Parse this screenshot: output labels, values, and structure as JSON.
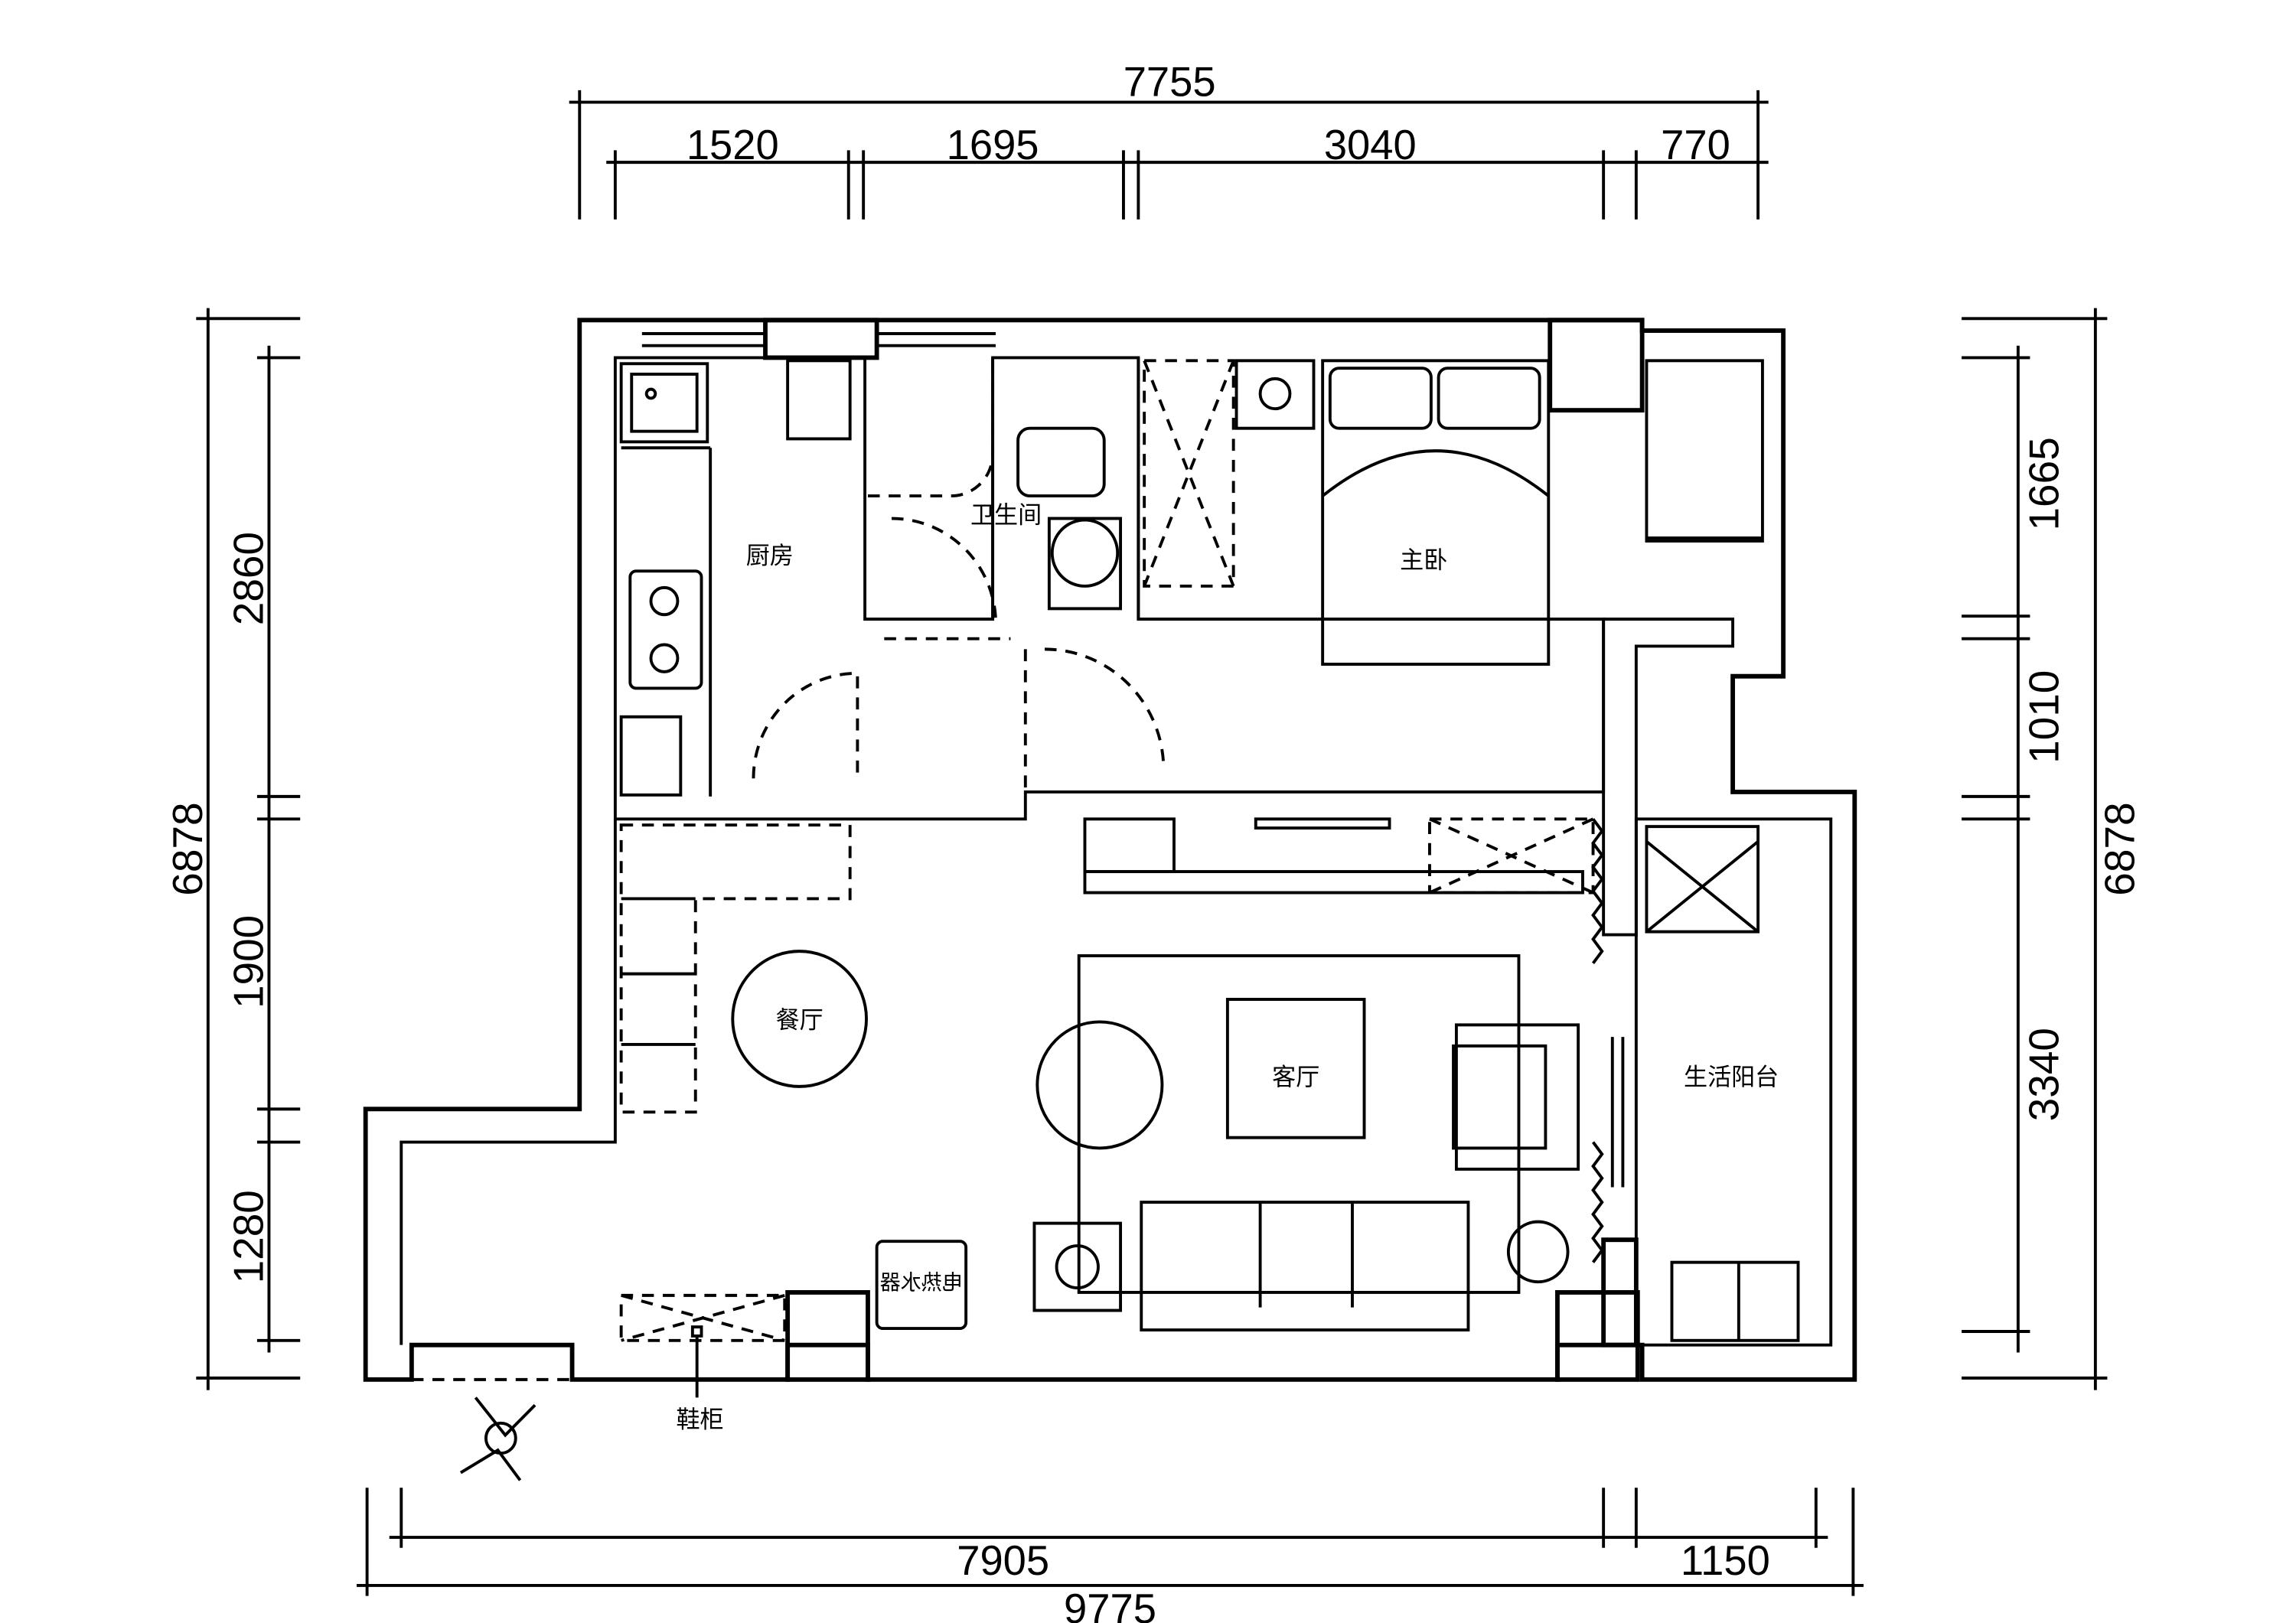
{
  "dimensions": {
    "top_total": "7755",
    "top_segments": [
      "1520",
      "1695",
      "3040",
      "770"
    ],
    "bottom_segments": [
      "7905",
      "1150"
    ],
    "bottom_total": "9775",
    "left_total": "6878",
    "left_segments": [
      "2860",
      "1900",
      "1280"
    ],
    "right_total": "6878",
    "right_segments": [
      "1665",
      "1010",
      "3340"
    ]
  },
  "rooms": {
    "kitchen": "厨房",
    "bathroom": "卫生间",
    "master_bedroom": "主卧",
    "dining_room": "餐厅",
    "living_room": "客厅",
    "utility_balcony": "生活阳台",
    "shoe_cabinet": "鞋柜",
    "water_heater": "电热水器"
  },
  "colors": {
    "line": "#000000",
    "background": "#ffffff"
  }
}
